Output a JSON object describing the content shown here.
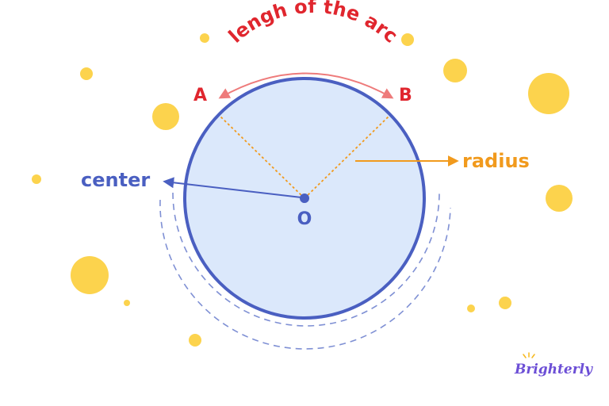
{
  "diagram": {
    "arc_label": "lengh of the arc",
    "point_a": "A",
    "point_b": "B",
    "center_label": "center",
    "radius_label": "radius",
    "center_point": "O"
  },
  "brand": {
    "logo_text": "Brighterly"
  },
  "colors": {
    "circle_fill": "#dbe8fb",
    "circle_stroke": "#4a5fc1",
    "arc_red": "#e0262e",
    "arc_arrow": "#ee7b7b",
    "radius_orange": "#f19a1d",
    "center_blue": "#4a5fc1",
    "dot_yellow": "#fcd34d",
    "logo_purple": "#6c4fd6"
  }
}
